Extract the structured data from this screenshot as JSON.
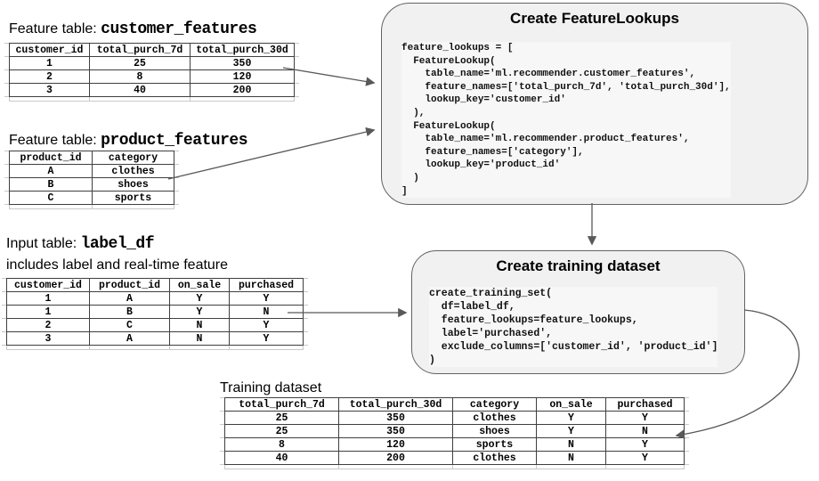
{
  "colors": {
    "box_fill": "#f1f1f1",
    "box_border": "#636363",
    "arrow": "#595959",
    "table_border": "#3f3f3f",
    "ghost_border": "#c9c9c9"
  },
  "sections": {
    "customer_features": {
      "title_prefix": "Feature table: ",
      "title_name": "customer_features",
      "table": {
        "headers": [
          "customer_id",
          "total_purch_7d",
          "total_purch_30d"
        ],
        "rows": [
          [
            "1",
            "25",
            "350"
          ],
          [
            "2",
            "8",
            "120"
          ],
          [
            "3",
            "40",
            "200"
          ]
        ]
      }
    },
    "product_features": {
      "title_prefix": "Feature table: ",
      "title_name": "product_features",
      "table": {
        "headers": [
          "product_id",
          "category"
        ],
        "rows": [
          [
            "A",
            "clothes"
          ],
          [
            "B",
            "shoes"
          ],
          [
            "C",
            "sports"
          ]
        ]
      }
    },
    "label_df": {
      "title_prefix": "Input table: ",
      "title_name": "label_df",
      "subtitle": "includes label and real-time feature",
      "table": {
        "headers": [
          "customer_id",
          "product_id",
          "on_sale",
          "purchased"
        ],
        "rows": [
          [
            "1",
            "A",
            "Y",
            "Y"
          ],
          [
            "1",
            "B",
            "Y",
            "N"
          ],
          [
            "2",
            "C",
            "N",
            "Y"
          ],
          [
            "3",
            "A",
            "N",
            "Y"
          ]
        ]
      }
    },
    "training_dataset": {
      "title": "Training dataset",
      "table": {
        "headers": [
          "total_purch_7d",
          "total_purch_30d",
          "category",
          "on_sale",
          "purchased"
        ],
        "rows": [
          [
            "25",
            "350",
            "clothes",
            "Y",
            "Y"
          ],
          [
            "25",
            "350",
            "shoes",
            "Y",
            "N"
          ],
          [
            "8",
            "120",
            "sports",
            "N",
            "Y"
          ],
          [
            "40",
            "200",
            "clothes",
            "N",
            "Y"
          ]
        ]
      }
    }
  },
  "boxes": {
    "create_feature_lookups": {
      "title": "Create FeatureLookups",
      "code": [
        "feature_lookups = [",
        "  FeatureLookup(",
        "    table_name='ml.recommender.customer_features',",
        "    feature_names=['total_purch_7d', 'total_purch_30d'],",
        "    lookup_key='customer_id'",
        "  ),",
        "  FeatureLookup(",
        "    table_name='ml.recommender.product_features',",
        "    feature_names=['category'],",
        "    lookup_key='product_id'",
        "  )",
        "]"
      ]
    },
    "create_training_dataset": {
      "title": "Create training dataset",
      "code": [
        "create_training_set(",
        "  df=label_df,",
        "  feature_lookups=feature_lookups,",
        "  label='purchased',",
        "  exclude_columns=['customer_id', 'product_id']",
        ")"
      ]
    }
  }
}
